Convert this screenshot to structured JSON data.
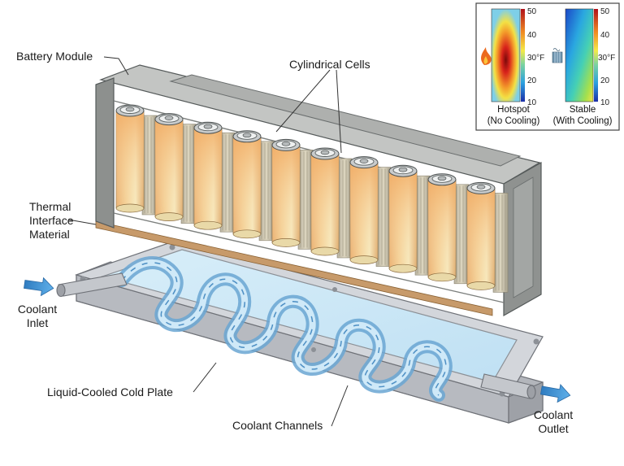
{
  "labels": {
    "battery_module": "Battery Module",
    "cylindrical_cells": "Cylindrical Cells",
    "thermal_interface_line1": "Thermal",
    "thermal_interface_line2": "Interface",
    "thermal_interface_line3": "Material",
    "coolant_inlet_line1": "Coolant",
    "coolant_inlet_line2": "Inlet",
    "coolant_outlet_line1": "Coolant",
    "coolant_outlet_line2": "Outlet",
    "cold_plate": "Liquid-Cooled Cold Plate",
    "coolant_channels": "Coolant Channels"
  },
  "legend": {
    "scale_ticks": [
      "50",
      "40",
      "30°F",
      "20",
      "10"
    ],
    "hotspot_line1": "Hotspot",
    "hotspot_line2": "(No Cooling)",
    "stable_line1": "Stable",
    "stable_line2": "(With Cooling)",
    "hotspot_icon": "flame-icon",
    "stable_icon": "radiator-icon"
  },
  "colors": {
    "coolant_arrow": "#3d8fd1",
    "module_gray": "#a4a6a4",
    "cell_amber": "#efb870",
    "cell_cream": "#f3e4b7",
    "cold_plate_gray": "#c7c9ce",
    "coolant_blue": "#8ecbed"
  },
  "cell_count": 10
}
